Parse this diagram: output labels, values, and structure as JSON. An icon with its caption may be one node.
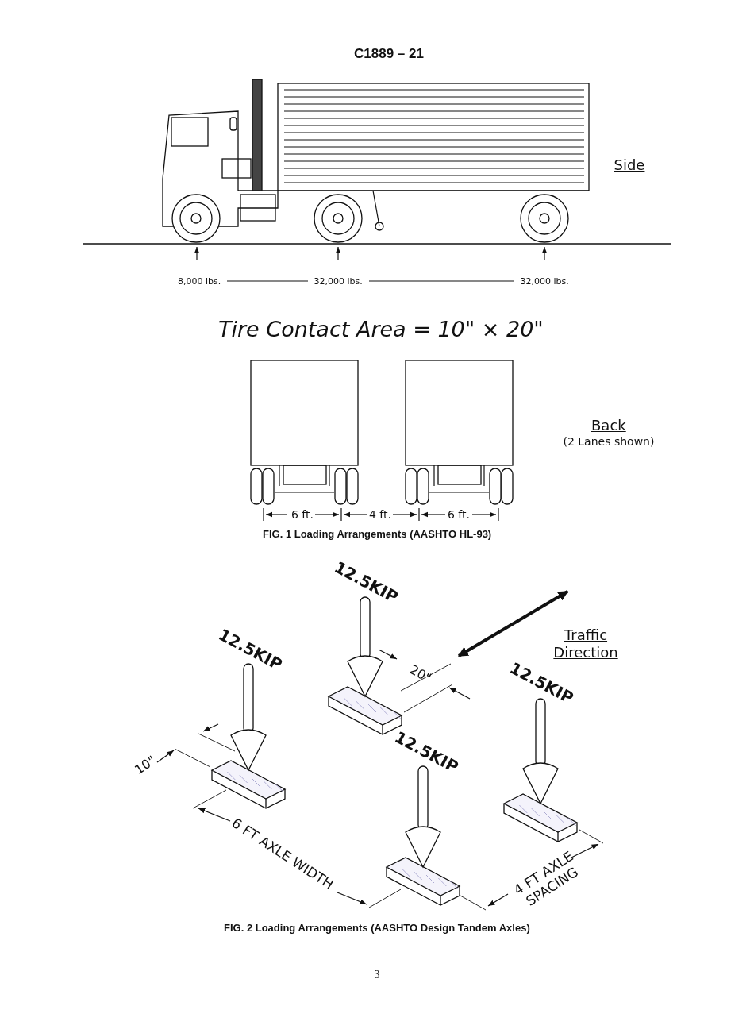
{
  "diagram": {
    "title": "C1889 – 21",
    "labels": [
      "Side",
      "8,000 lbs.",
      "32,000 lbs.",
      "32,000 lbs.",
      "Tire Contact Area = 10\" × 20\"",
      "Back",
      "(2 Lanes shown)",
      "6 ft.",
      "4 ft.",
      "6 ft.",
      "FIG. 1 Loading Arrangements (AASHTO HL-93)",
      "12.5KIP",
      "Traffic Direction",
      "12.5KIP",
      "20\"",
      "12.5KIP",
      "12.5KIP",
      "10\"",
      "6 FT AXLE WIDTH",
      "4 FT AXLE SPACING",
      "FIG. 2 Loading Arrangements (AASHTO Design Tandem Axles)",
      "3"
    ]
  }
}
